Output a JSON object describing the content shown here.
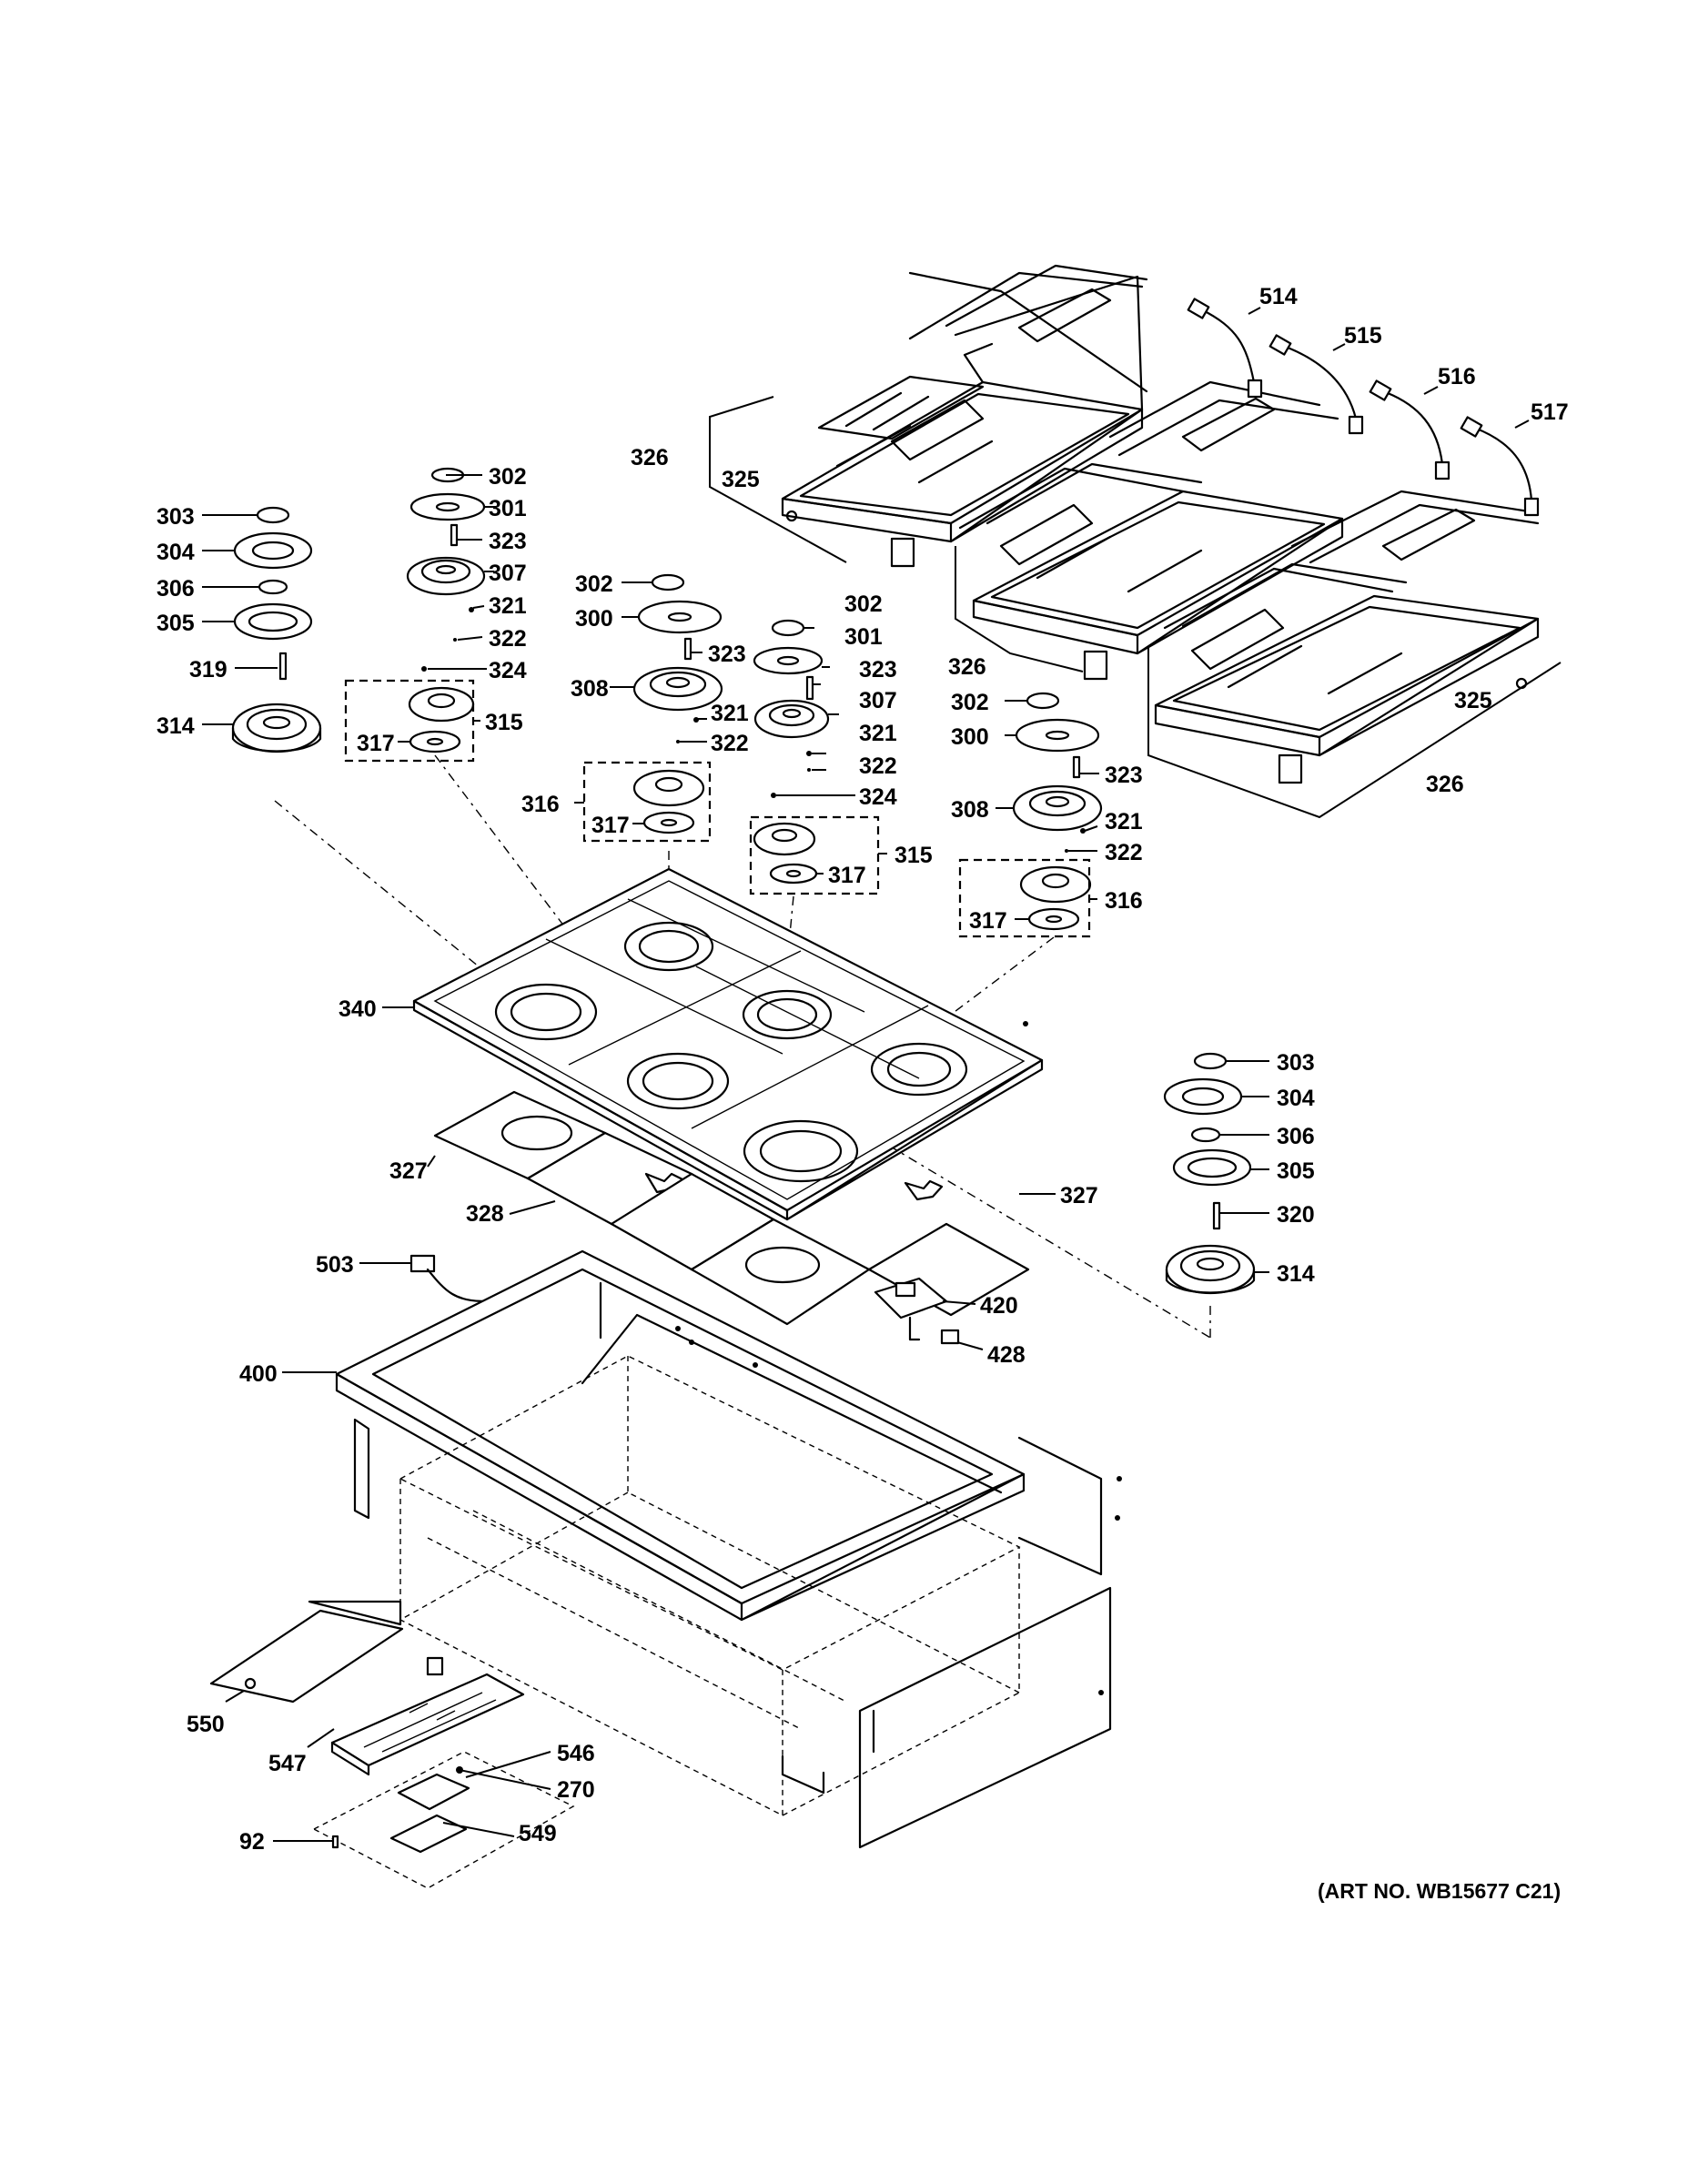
{
  "callouts": {
    "p514": "514",
    "p515": "515",
    "p516": "516",
    "p517": "517",
    "p326a": "326",
    "p325a": "325",
    "p326b": "326",
    "p325b": "325",
    "p326c": "326",
    "p303a": "303",
    "p304a": "304",
    "p306a": "306",
    "p305a": "305",
    "p319": "319",
    "p314a": "314",
    "p302a": "302",
    "p301a": "301",
    "p323a": "323",
    "p307a": "307",
    "p321a": "321",
    "p322a": "322",
    "p324a": "324",
    "p315a": "315",
    "p317a": "317",
    "p302b": "302",
    "p300a": "300",
    "p323b": "323",
    "p308a": "308",
    "p321b": "321",
    "p322b": "322",
    "p316a": "316",
    "p317b": "317",
    "p302c": "302",
    "p301b": "301",
    "p323c": "323",
    "p307b": "307",
    "p321c": "321",
    "p322c": "322",
    "p324b": "324",
    "p317c": "317",
    "p315b": "315",
    "p302d": "302",
    "p300b": "300",
    "p323d": "323",
    "p308b": "308",
    "p321d": "321",
    "p322d": "322",
    "p317d": "317",
    "p316b": "316",
    "p340": "340",
    "p327a": "327",
    "p328": "328",
    "p327b": "327",
    "p303b": "303",
    "p304b": "304",
    "p306b": "306",
    "p305b": "305",
    "p320": "320",
    "p314b": "314",
    "p503": "503",
    "p420": "420",
    "p428": "428",
    "p400": "400",
    "p550": "550",
    "p547": "547",
    "p546": "546",
    "p270": "270",
    "p92": "92",
    "p549": "549"
  },
  "art_number": "(ART NO. WB15677 C21)"
}
